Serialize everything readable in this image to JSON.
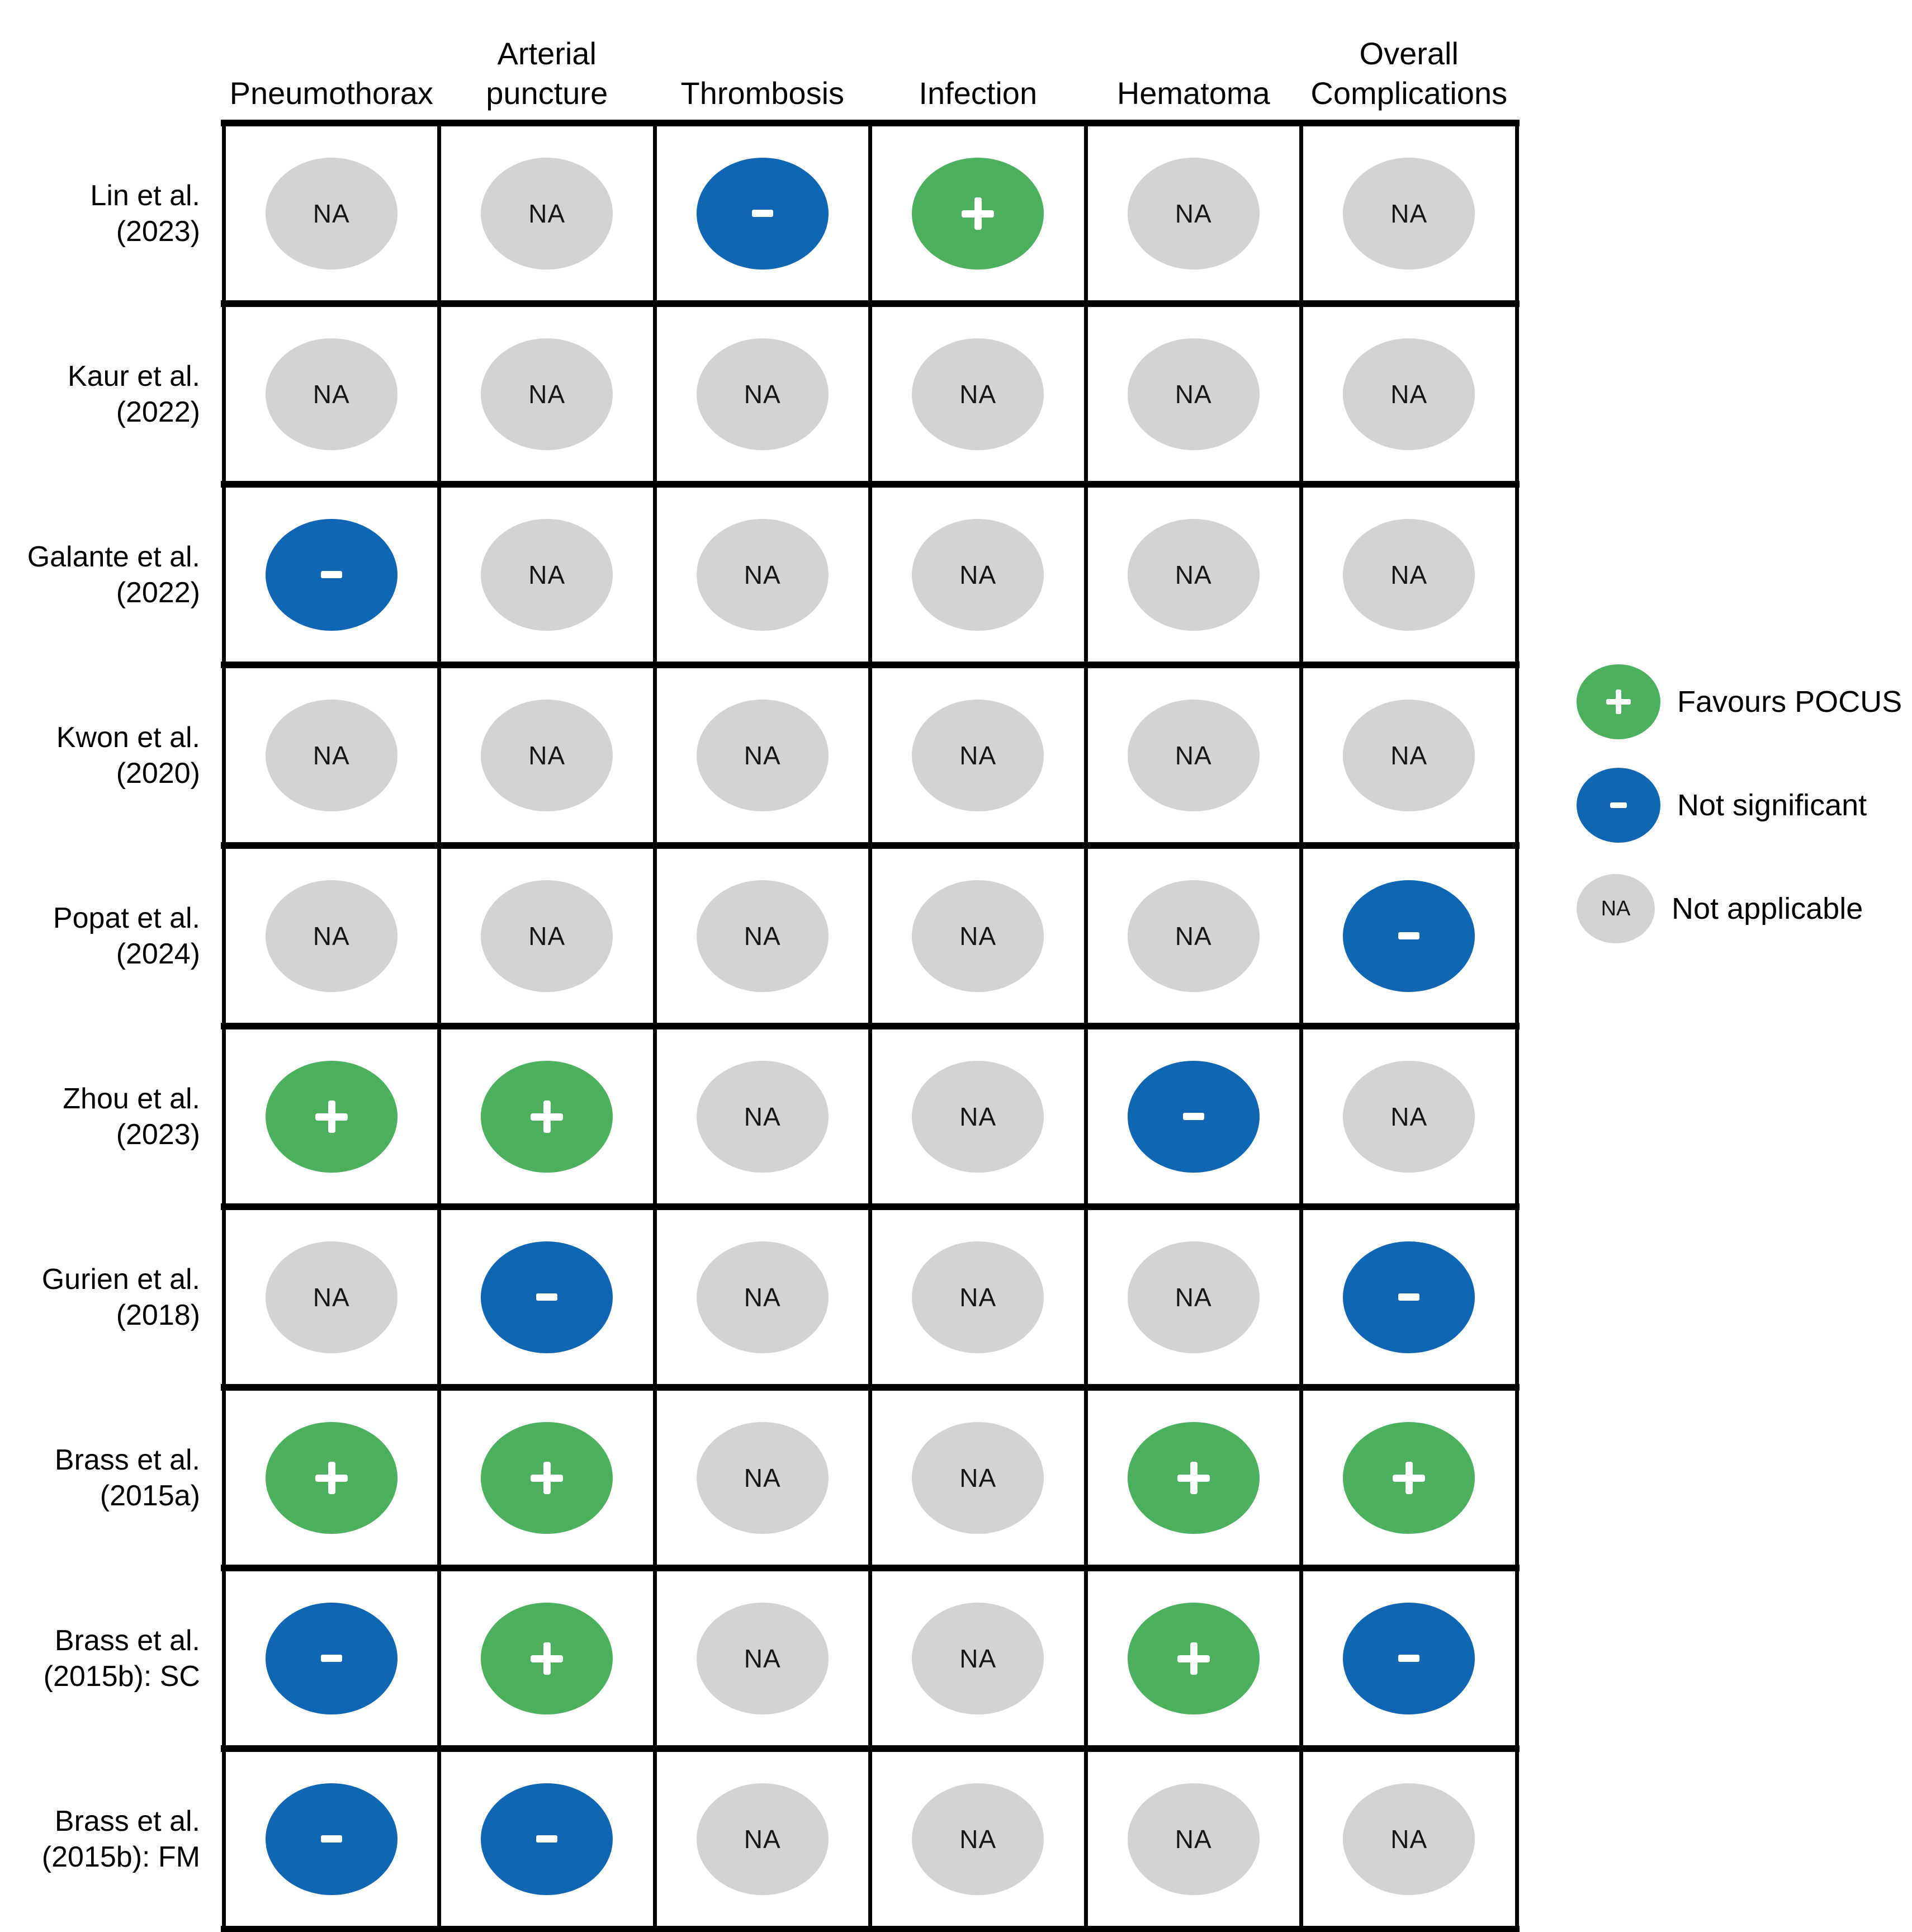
{
  "figure": {
    "background": "#ffffff"
  },
  "colors": {
    "favours_pocus": "#4db05f",
    "not_significant": "#1066b3",
    "not_applicable": "#d2d4d4",
    "grid": "#000000",
    "text": "#000000",
    "symbol": "#ffffff"
  },
  "columns": [
    {
      "lines": [
        "Pneumothorax"
      ]
    },
    {
      "lines": [
        "Arterial",
        "puncture"
      ]
    },
    {
      "lines": [
        "Thrombosis"
      ]
    },
    {
      "lines": [
        "Infection"
      ]
    },
    {
      "lines": [
        "Hematoma"
      ]
    },
    {
      "lines": [
        "Overall",
        "Complications"
      ]
    }
  ],
  "rows": [
    {
      "label_lines": [
        "Lin et al.",
        "(2023)"
      ],
      "cells": [
        "NA",
        "NA",
        "-",
        "+",
        "NA",
        "NA"
      ]
    },
    {
      "label_lines": [
        "Kaur et al.",
        "(2022)"
      ],
      "cells": [
        "NA",
        "NA",
        "NA",
        "NA",
        "NA",
        "NA"
      ]
    },
    {
      "label_lines": [
        "Galante et al.",
        "(2022)"
      ],
      "cells": [
        "-",
        "NA",
        "NA",
        "NA",
        "NA",
        "NA"
      ]
    },
    {
      "label_lines": [
        "Kwon et al.",
        "(2020)"
      ],
      "cells": [
        "NA",
        "NA",
        "NA",
        "NA",
        "NA",
        "NA"
      ]
    },
    {
      "label_lines": [
        "Popat et al.",
        "(2024)"
      ],
      "cells": [
        "NA",
        "NA",
        "NA",
        "NA",
        "NA",
        "-"
      ]
    },
    {
      "label_lines": [
        "Zhou et al.",
        "(2023)"
      ],
      "cells": [
        "+",
        "+",
        "NA",
        "NA",
        "-",
        "NA"
      ]
    },
    {
      "label_lines": [
        "Gurien et al.",
        "(2018)"
      ],
      "cells": [
        "NA",
        "-",
        "NA",
        "NA",
        "NA",
        "-"
      ]
    },
    {
      "label_lines": [
        "Brass et al.",
        "(2015a)"
      ],
      "cells": [
        "+",
        "+",
        "NA",
        "NA",
        "+",
        "+"
      ]
    },
    {
      "label_lines": [
        "Brass et al.",
        "(2015b): SC"
      ],
      "cells": [
        "-",
        "+",
        "NA",
        "NA",
        "+",
        "-"
      ]
    },
    {
      "label_lines": [
        "Brass et al.",
        "(2015b): FM"
      ],
      "cells": [
        "-",
        "-",
        "NA",
        "NA",
        "NA",
        "NA"
      ]
    }
  ],
  "legend": [
    {
      "symbol": "+",
      "label": "Favours POCUS"
    },
    {
      "symbol": "-",
      "label": "Not significant"
    },
    {
      "symbol": "NA",
      "label": "Not applicable"
    }
  ],
  "chart_data": {
    "type": "table",
    "title": "",
    "columns": [
      "Pneumothorax",
      "Arterial puncture",
      "Thrombosis",
      "Infection",
      "Hematoma",
      "Overall Complications"
    ],
    "rows": [
      "Lin et al. (2023)",
      "Kaur et al. (2022)",
      "Galante et al. (2022)",
      "Kwon et al. (2020)",
      "Popat et al. (2024)",
      "Zhou et al. (2023)",
      "Gurien et al. (2018)",
      "Brass et al. (2015a)",
      "Brass et al. (2015b): SC",
      "Brass et al. (2015b): FM"
    ],
    "values": [
      [
        "NA",
        "NA",
        "-",
        "+",
        "NA",
        "NA"
      ],
      [
        "NA",
        "NA",
        "NA",
        "NA",
        "NA",
        "NA"
      ],
      [
        "-",
        "NA",
        "NA",
        "NA",
        "NA",
        "NA"
      ],
      [
        "NA",
        "NA",
        "NA",
        "NA",
        "NA",
        "NA"
      ],
      [
        "NA",
        "NA",
        "NA",
        "NA",
        "NA",
        "-"
      ],
      [
        "+",
        "+",
        "NA",
        "NA",
        "-",
        "NA"
      ],
      [
        "NA",
        "-",
        "NA",
        "NA",
        "NA",
        "-"
      ],
      [
        "+",
        "+",
        "NA",
        "NA",
        "+",
        "+"
      ],
      [
        "-",
        "+",
        "NA",
        "NA",
        "+",
        "-"
      ],
      [
        "-",
        "-",
        "NA",
        "NA",
        "NA",
        "NA"
      ]
    ],
    "value_meanings": {
      "+": "Favours POCUS",
      "-": "Not significant",
      "NA": "Not applicable"
    },
    "legend_position": "right",
    "grid": true
  }
}
